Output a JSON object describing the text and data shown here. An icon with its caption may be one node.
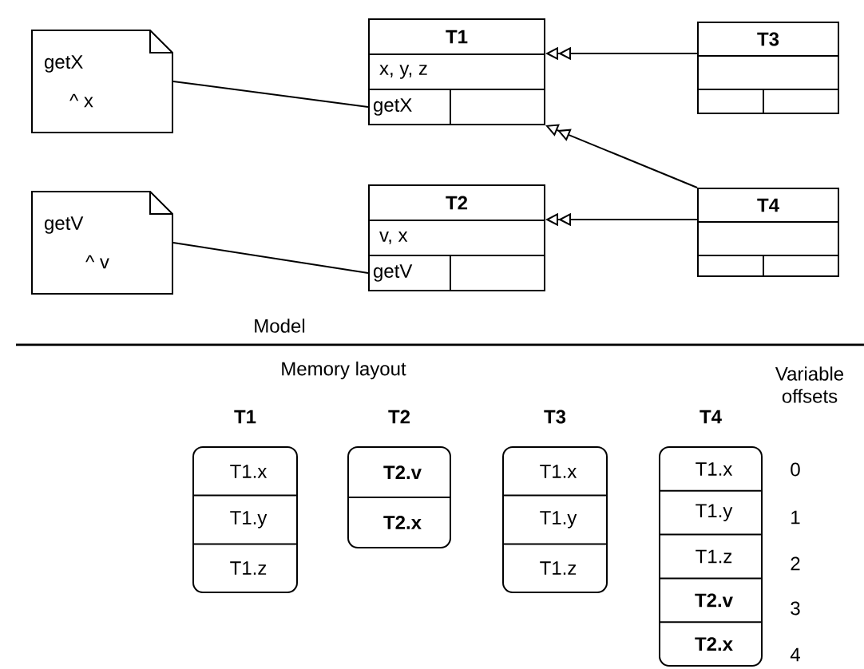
{
  "diagram": {
    "nodes": [
      {
        "text": [
          "getX",
          "^ x"
        ]
      },
      {
        "text": [
          "getV",
          "^ v"
        ]
      },
      {
        "text": [
          "T1",
          "x, y, z"
        ]
      },
      {
        "text": [
          "getX"
        ],
        "in": 2
      },
      {
        "text": [
          "T2",
          "v, x"
        ]
      },
      {
        "text": [
          "getV"
        ],
        "in": 4
      },
      {
        "text": [
          "T3"
        ]
      },
      {
        "text": [
          "T4"
        ]
      },
      {
        "text": [
          "T1",
          "T1.x",
          "T1.y",
          "T1.z"
        ]
      },
      {
        "text": [
          "T2",
          "T2.v",
          "T2.x"
        ]
      },
      {
        "text": [
          "T3",
          "T1.x",
          "T1.y",
          "T1.z"
        ]
      },
      {
        "text": [
          "T4",
          "T1.x",
          "T1.y",
          "T1.z",
          "T2.v",
          "T2.x"
        ]
      }
    ],
    "edges": [
      {
        "from": 0,
        "to": 3,
        "arrow": "none"
      },
      {
        "from": 1,
        "to": 5,
        "arrow": "none"
      },
      {
        "from": 6,
        "to": 2,
        "arrow": "to"
      },
      {
        "from": 7,
        "to": 2,
        "arrow": "to"
      },
      {
        "from": 7,
        "to": 4,
        "arrow": "to"
      }
    ],
    "labels": [
      "Model",
      "Memory layout",
      "Variable offsets",
      "0",
      "1",
      "2",
      "3",
      "4"
    ]
  }
}
